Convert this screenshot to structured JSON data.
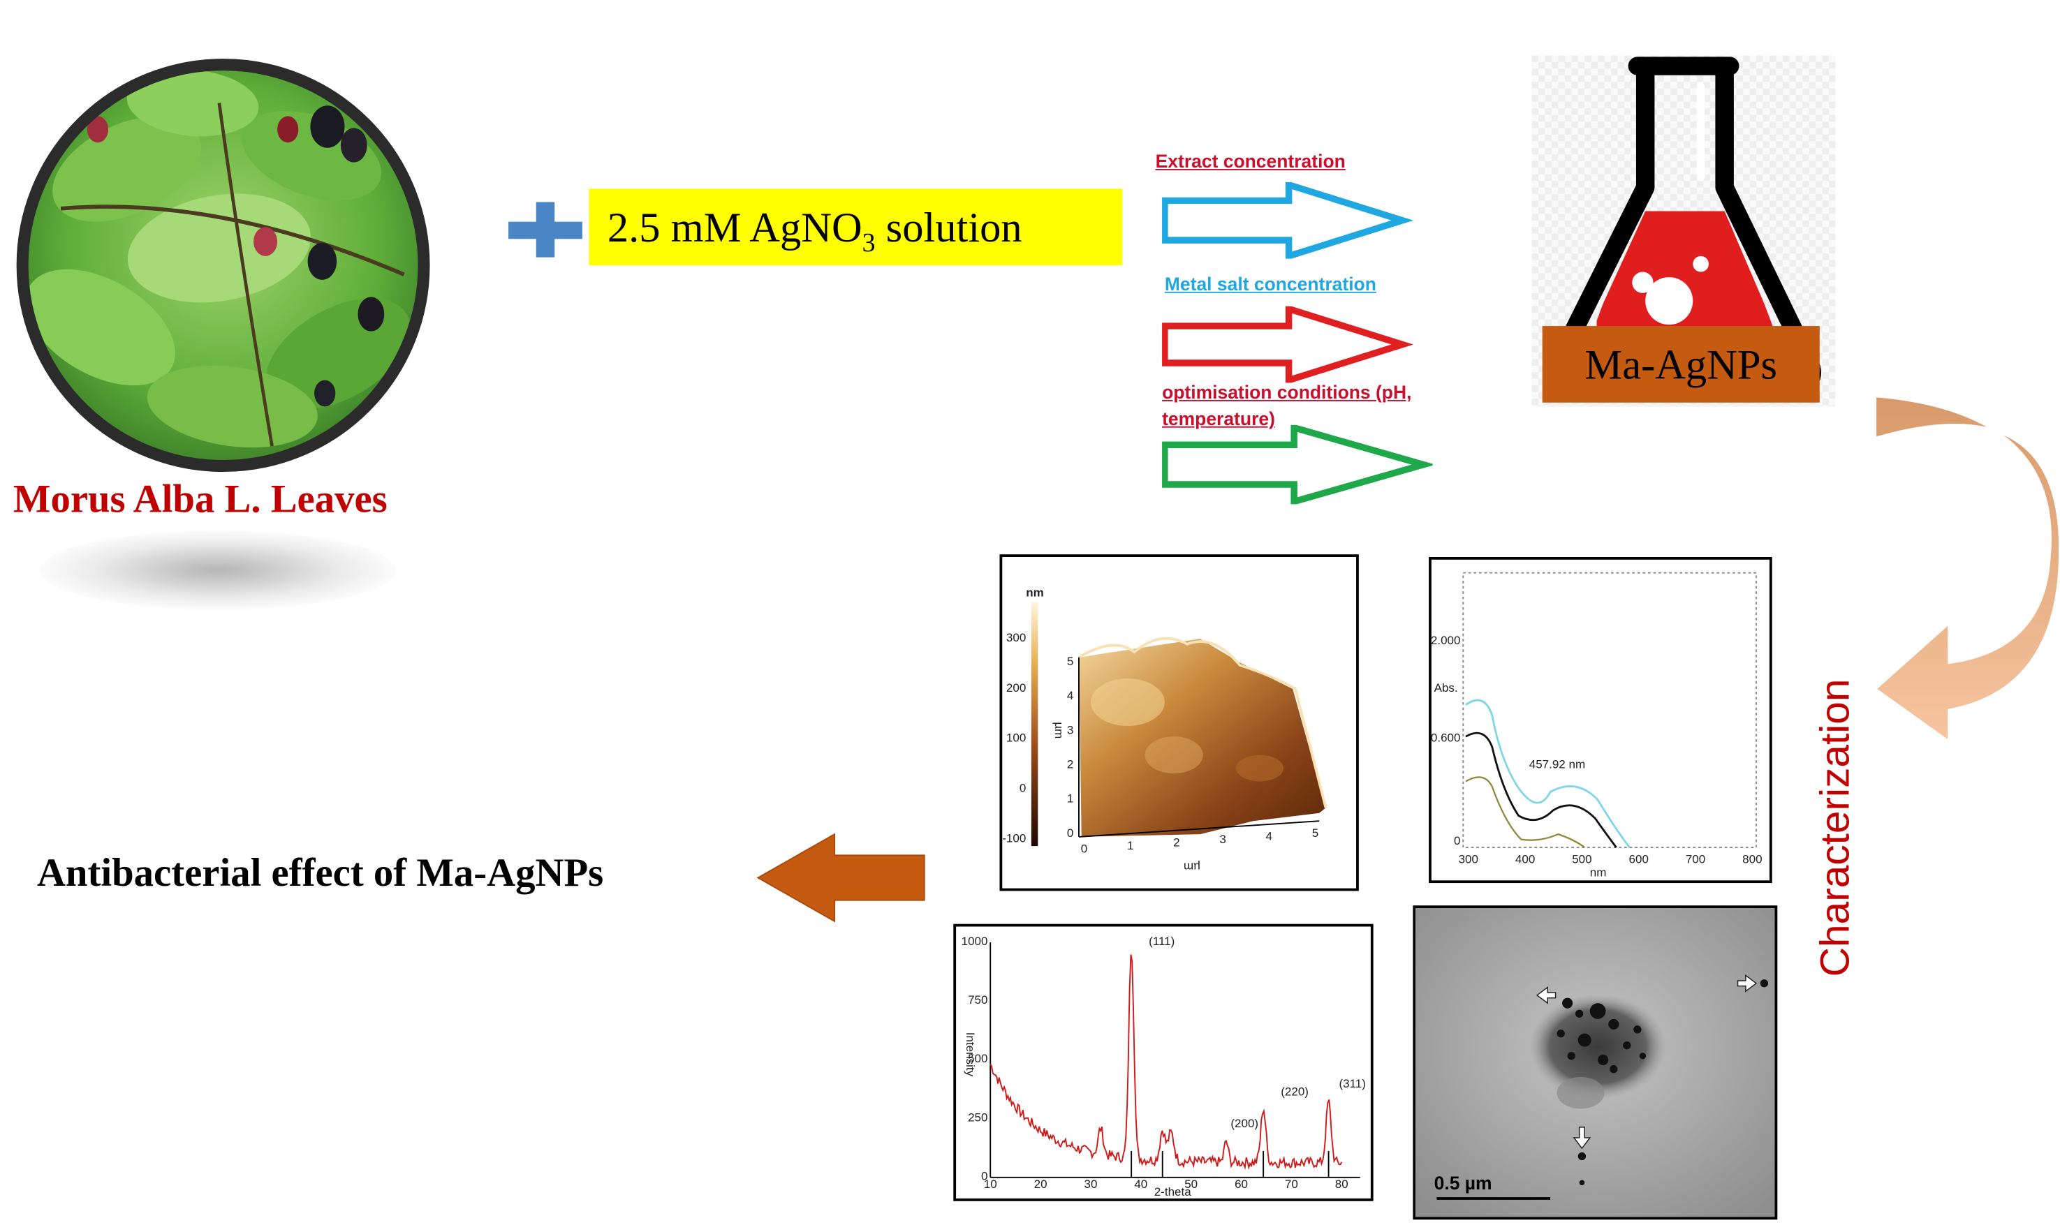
{
  "plant": {
    "caption": "Morus Alba L. Leaves",
    "caption_color": "#c00000"
  },
  "reagent": {
    "label_main": "2.5 mM AgNO",
    "label_sub": "3",
    "label_rest": " solution",
    "bg_color": "#ffff00"
  },
  "conditions": [
    {
      "label": "Extract concentration",
      "color": "#c8102e",
      "arrow_color": "#1ea7e0"
    },
    {
      "label": "Metal salt concentration",
      "color": "#1ea7e0",
      "arrow_color": "#e02020"
    },
    {
      "label": "optimisation conditions (pH, temperature)",
      "color": "#c8102e",
      "arrow_color": "#1fa84a"
    }
  ],
  "product": {
    "label": "Ma-AgNPs",
    "label_bg": "#c55a11"
  },
  "characterization": {
    "label": "Characterization",
    "color": "#c00000"
  },
  "result": {
    "label": "Antibacterial effect of Ma-AgNPs",
    "arrow_color": "#c55a11"
  },
  "afm": {
    "unit": "nm",
    "scale_ticks": [
      "300",
      "200",
      "100",
      "0",
      "-100"
    ],
    "y_axis_label": "µm",
    "x_axis_label": "µm",
    "y_ticks": [
      "5",
      "4",
      "3",
      "2",
      "1",
      "0"
    ],
    "x_ticks": [
      "0",
      "1",
      "2",
      "3",
      "4",
      "5"
    ]
  },
  "uvvis": {
    "y_label": "Abs.",
    "x_label": "nm",
    "peak_label": "457.92 nm",
    "y_ticks": [
      "2.000",
      "0.600",
      "0"
    ],
    "x_ticks": [
      "300",
      "400",
      "500",
      "600",
      "700",
      "800"
    ]
  },
  "xrd": {
    "x_label": "2-theta",
    "y_label": "Intensity",
    "y_ticks": [
      "1000",
      "750",
      "500",
      "250",
      "0"
    ],
    "x_ticks": [
      "10",
      "20",
      "30",
      "40",
      "50",
      "60",
      "70",
      "80"
    ],
    "peaks": [
      "(111)",
      "(200)",
      "(220)",
      "(311)"
    ]
  },
  "tem": {
    "scale_label": "0.5 µm"
  }
}
